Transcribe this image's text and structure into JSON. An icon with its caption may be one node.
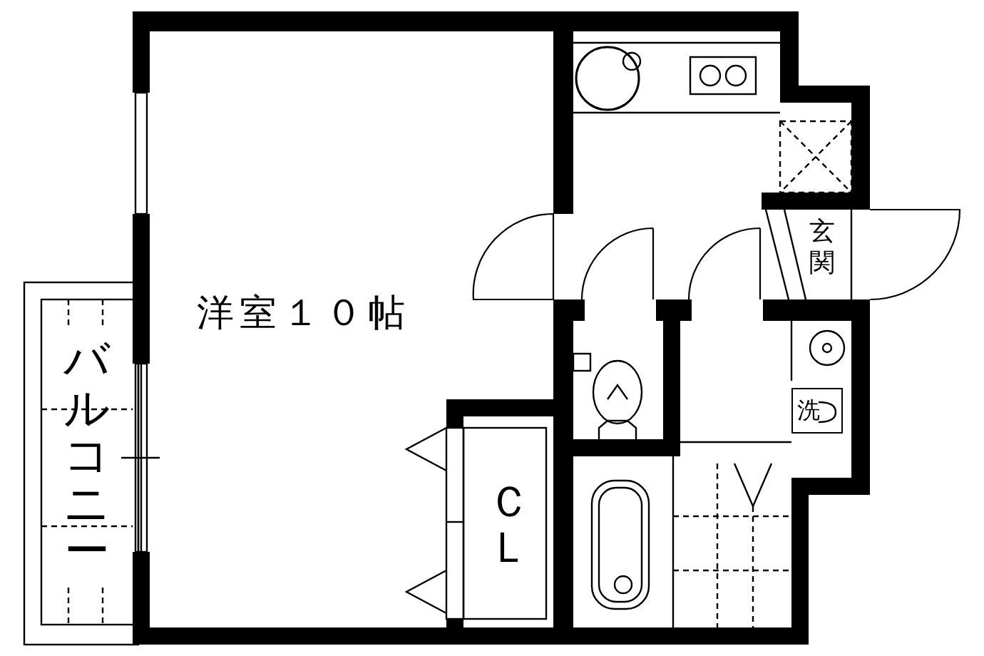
{
  "diagram": {
    "nodes": [
      {
        "text": [
          "洋室１０帖"
        ]
      },
      {
        "text": [
          "玄関"
        ]
      },
      {
        "text": [
          "洗"
        ]
      },
      {
        "text": [
          "バルコニー"
        ]
      },
      {
        "text": [
          "ＣＬ"
        ]
      }
    ]
  }
}
